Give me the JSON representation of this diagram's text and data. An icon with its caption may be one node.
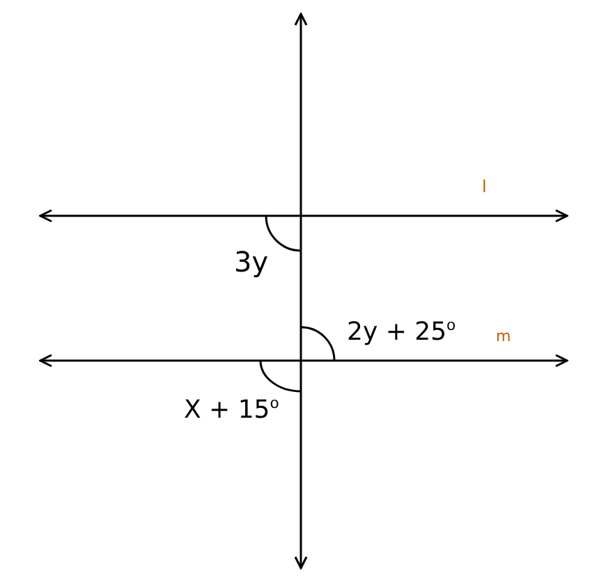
{
  "diagram": {
    "labels": [
      "l",
      "3y",
      "2y + 25$^{o}$",
      "m",
      "X + 15$^{o}$"
    ]
  }
}
